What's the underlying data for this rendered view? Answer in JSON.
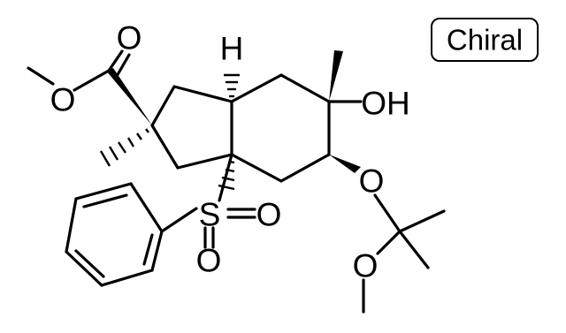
{
  "molecule": {
    "stereo_badge": "Chiral",
    "atom_labels": {
      "carbonyl_oxygen": "O",
      "ester_oxygen": "O",
      "ring_junction_hydrogen": "H",
      "hydroxyl": "OH",
      "sulfur": "S",
      "sulfonyl_oxygen_right": "O",
      "sulfonyl_oxygen_bottom": "O",
      "ether_oxygen": "O",
      "methoxy_oxygen": "O"
    }
  },
  "colors": {
    "bond": "#000000",
    "label": "#000000",
    "background": "#ffffff"
  }
}
